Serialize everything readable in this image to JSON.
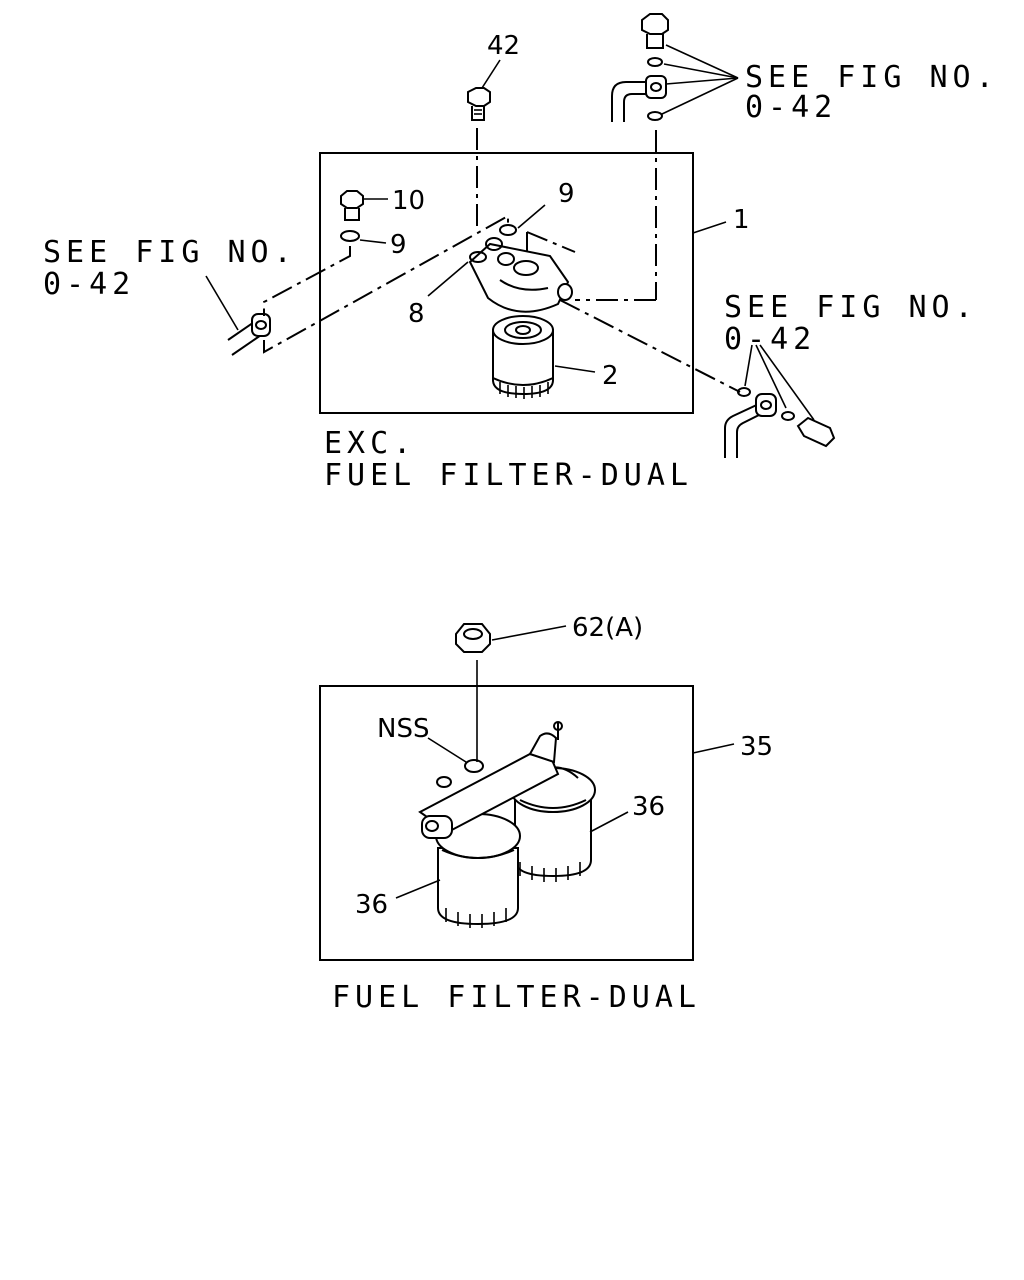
{
  "upper": {
    "callouts": {
      "c42": "42",
      "c10": "10",
      "c9a": "9",
      "c9b": "9",
      "c1": "1",
      "c8": "8",
      "c2": "2"
    },
    "see_top_right": [
      "SEE FIG NO.",
      "0-42"
    ],
    "see_left": [
      "SEE FIG NO.",
      "0-42"
    ],
    "see_right": [
      "SEE FIG NO.",
      "0-42"
    ],
    "caption": [
      "EXC.",
      "FUEL FILTER-DUAL"
    ]
  },
  "lower": {
    "callouts": {
      "c62": "62(A)",
      "nss": "NSS",
      "c35": "35",
      "c36a": "36",
      "c36b": "36"
    },
    "caption": "FUEL FILTER-DUAL"
  }
}
